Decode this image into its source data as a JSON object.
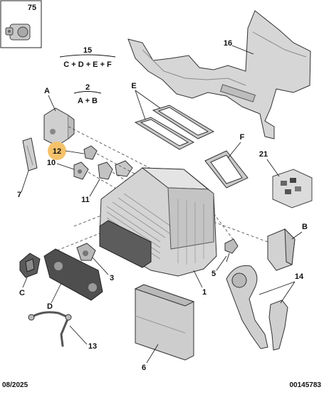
{
  "diagram": {
    "callouts": {
      "c75": "75",
      "c16": "16",
      "c15": "15",
      "f15": "C + D + E + F",
      "c2": "2",
      "f2": "A + B",
      "cA": "A",
      "cE": "E",
      "cF": "F",
      "c21": "21",
      "c12": "12",
      "c10": "10",
      "c7": "7",
      "c11": "11",
      "cB": "B",
      "c3": "3",
      "c5": "5",
      "c1": "1",
      "cC": "C",
      "cD": "D",
      "c14": "14",
      "c6": "6",
      "c13": "13"
    },
    "highlight_color": "#f5c26b",
    "part_color": "#d9d9d9",
    "footer": {
      "date": "08/2025",
      "ref": "00145783"
    }
  }
}
